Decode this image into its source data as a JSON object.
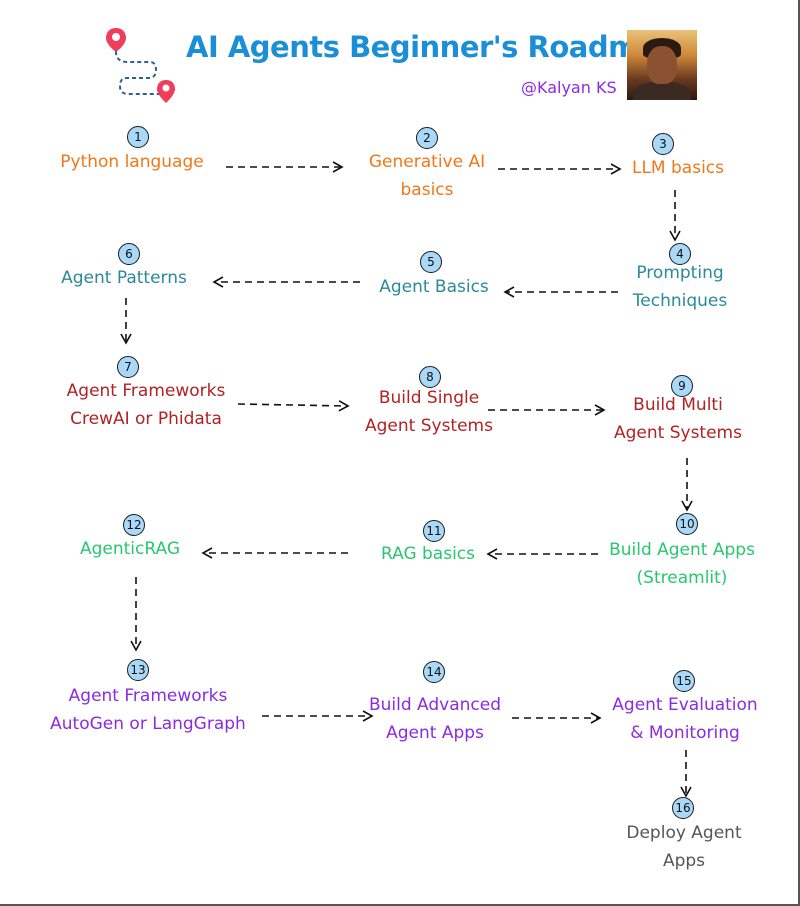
{
  "header": {
    "title": "AI Agents Beginner's Roadmap",
    "author": "@Kalyan KS",
    "accent_color": "#1a8fd8",
    "author_color": "#8a2be2",
    "map_icon": "route-map-pins-icon",
    "avatar": "author-avatar"
  },
  "colors": {
    "number_badge": "#a9d8f8",
    "orange": "#f07818",
    "teal": "#2a8a9a",
    "red": "#b22222",
    "green": "#28c76f",
    "purple": "#8a2be2",
    "gray": "#555555"
  },
  "steps": [
    {
      "num": "1",
      "line1": "Python language",
      "line2": ""
    },
    {
      "num": "2",
      "line1": "Generative AI",
      "line2": "basics"
    },
    {
      "num": "3",
      "line1": "LLM basics",
      "line2": ""
    },
    {
      "num": "4",
      "line1": "Prompting",
      "line2": "Techniques"
    },
    {
      "num": "5",
      "line1": "Agent Basics",
      "line2": ""
    },
    {
      "num": "6",
      "line1": "Agent Patterns",
      "line2": ""
    },
    {
      "num": "7",
      "line1": "Agent  Frameworks",
      "line2": "CrewAI or Phidata"
    },
    {
      "num": "8",
      "line1": "Build Single",
      "line2": "Agent Systems"
    },
    {
      "num": "9",
      "line1": "Build Multi",
      "line2": "Agent Systems"
    },
    {
      "num": "10",
      "line1": "Build Agent Apps",
      "line2": "(Streamlit)"
    },
    {
      "num": "11",
      "line1": "RAG basics",
      "line2": ""
    },
    {
      "num": "12",
      "line1": "AgenticRAG",
      "line2": ""
    },
    {
      "num": "13",
      "line1": "Agent Frameworks",
      "line2": "AutoGen or LangGraph"
    },
    {
      "num": "14",
      "line1": "Build Advanced",
      "line2": "Agent Apps"
    },
    {
      "num": "15",
      "line1": "Agent Evaluation",
      "line2": "& Monitoring"
    },
    {
      "num": "16",
      "line1": "Deploy Agent",
      "line2": "Apps"
    }
  ]
}
